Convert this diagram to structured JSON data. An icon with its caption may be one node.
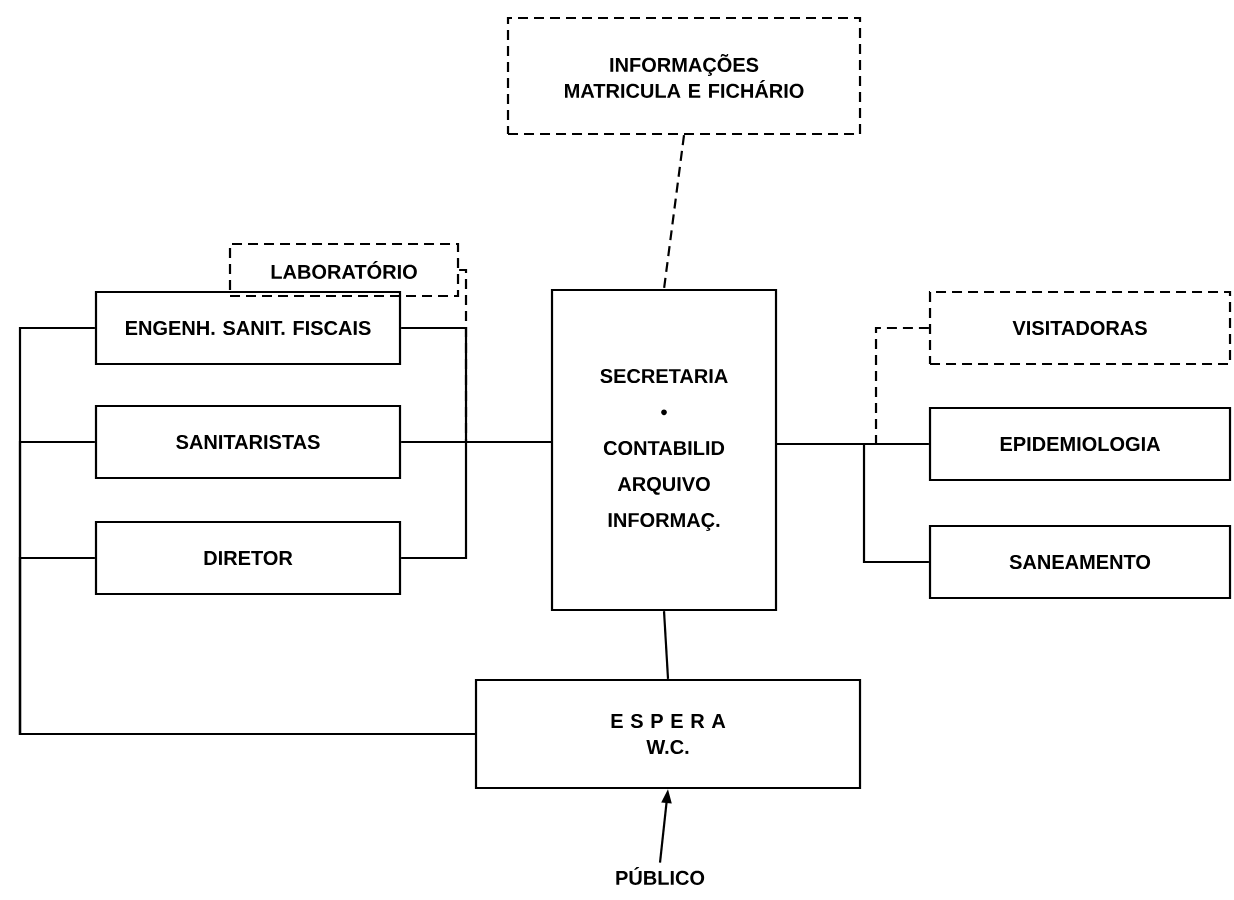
{
  "diagram": {
    "nodes": [
      {
        "text": [
          "INFORMAÇÕES MATRICULA E FICHÁRIO"
        ]
      },
      {
        "text": [
          "LABORATÓRIO"
        ]
      },
      {
        "text": [
          "ENGENH. SANIT. FISCAIS"
        ]
      },
      {
        "text": [
          "SANITARISTAS"
        ]
      },
      {
        "text": [
          "DIRETOR"
        ]
      },
      {
        "text": [
          "SECRETARIA",
          "•",
          "CONTABILID",
          "ARQUIVO",
          "INFORMAÇ."
        ]
      },
      {
        "text": [
          "VISITADORAS"
        ]
      },
      {
        "text": [
          "EPIDEMIOLOGIA"
        ]
      },
      {
        "text": [
          "SANEAMENTO"
        ]
      },
      {
        "text": [
          "E S P E R A",
          "W.C."
        ]
      },
      {
        "text": [
          "PÚBLICO"
        ]
      }
    ],
    "edges": [
      {
        "from": 0,
        "to": 5,
        "arrow": "none",
        "style": "dashed"
      },
      {
        "from": 1,
        "to": 5,
        "arrow": "none",
        "style": "dashed"
      },
      {
        "from": 2,
        "to": 5,
        "arrow": "none"
      },
      {
        "from": 3,
        "to": 5,
        "arrow": "none"
      },
      {
        "from": 4,
        "to": 5,
        "arrow": "none"
      },
      {
        "from": 2,
        "to": 9,
        "arrow": "none"
      },
      {
        "from": 3,
        "to": 9,
        "arrow": "none"
      },
      {
        "from": 4,
        "to": 9,
        "arrow": "none"
      },
      {
        "from": 6,
        "to": 7,
        "arrow": "none",
        "style": "dashed"
      },
      {
        "from": 5,
        "to": 7,
        "arrow": "none"
      },
      {
        "from": 5,
        "to": 8,
        "arrow": "none"
      },
      {
        "from": 5,
        "to": 9,
        "arrow": "none"
      },
      {
        "from": 10,
        "to": 9,
        "arrow": "to"
      }
    ]
  }
}
